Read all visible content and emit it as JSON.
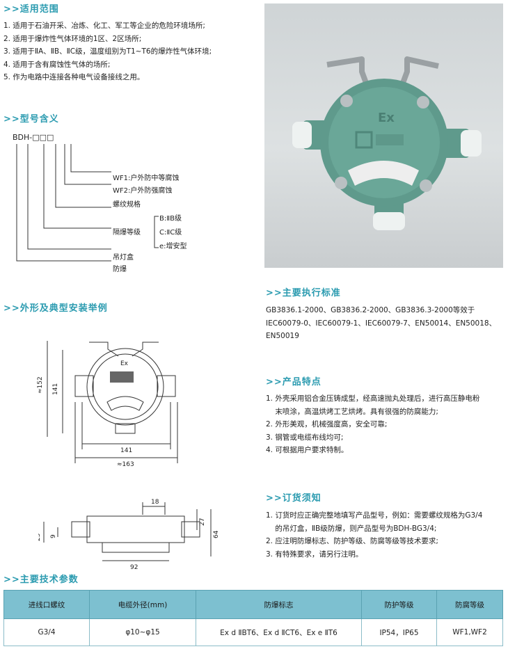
{
  "application": {
    "title": ">>适用范围",
    "items": [
      "1. 适用于石油开采、冶炼、化工、军工等企业的危险环境场所;",
      "2. 适用于爆炸性气体环境的1区、2区场所;",
      "3. 适用于ⅡA、ⅡB、ⅡC级，温度组别为T1~T6的爆炸性气体环境;",
      "4. 适用于含有腐蚀性气体的场所;",
      "5. 作为电路中连接各种电气设备接线之用。"
    ]
  },
  "model": {
    "title": ">>型号含义",
    "code": "BDH-□□□",
    "labels": {
      "wf1": "WF1:户外防中等腐蚀",
      "wf2": "WF2:户外防强腐蚀",
      "thread": "螺纹规格",
      "grade": "隔爆等级",
      "b": "B:ⅡB级",
      "c": "C:ⅡC级",
      "e": "e:增安型",
      "box": "吊灯盒",
      "explosion": "防爆"
    }
  },
  "shape": {
    "title": ">>外形及典型安装举例",
    "dims": {
      "d152": "≈152",
      "d141v": "141",
      "d141h": "141",
      "d163": "≈163",
      "d18": "18",
      "d25": "25",
      "d9": "9",
      "d27": "27",
      "d64": "64",
      "d92": "92",
      "ex": "Ex"
    }
  },
  "standards": {
    "title": ">>主要执行标准",
    "lines": [
      "GB3836.1-2000、GB3836.2-2000、GB3836.3-2000等效于",
      "IEC60079-0、IEC60079-1、IEC60079-7、EN50014、EN50018、",
      "EN50019"
    ]
  },
  "features": {
    "title": ">>产品特点",
    "lines": [
      "1. 外壳采用铝合金压铸成型，经高速抛丸处理后，进行高压静电粉",
      "    末喷涂，高温烘烤工艺烘烤。具有很强的防腐能力;",
      "2. 外形美观，机械强度高，安全可靠;",
      "3. 钢管或电缆布线均可;",
      "4. 可根据用户要求特制。"
    ]
  },
  "ordering": {
    "title": ">>订货须知",
    "lines": [
      "1. 订货时应正确完整地填写产品型号，例如：需要螺纹规格为G3/4",
      "    的吊灯盒，ⅡB级防爆，则产品型号为BDH-BG3/4;",
      "2. 应注明防爆标志、防护等级、防腐等级等技术要求;",
      "3. 有特殊要求，请另行注明。"
    ]
  },
  "params": {
    "title": ">>主要技术参数",
    "headers": [
      "进线口螺纹",
      "电缆外径(mm)",
      "防爆标志",
      "防护等级",
      "防腐等级"
    ],
    "row": [
      "G3/4",
      "φ10~φ15",
      "Ex d ⅡBT6、Ex d ⅡCT6、Ex e ⅡT6",
      "IP54，IP65",
      "WF1,WF2"
    ]
  },
  "colors": {
    "accent": "#2b9bb0",
    "table_header": "#7dc0d0",
    "housing": "#5f9a8c"
  }
}
